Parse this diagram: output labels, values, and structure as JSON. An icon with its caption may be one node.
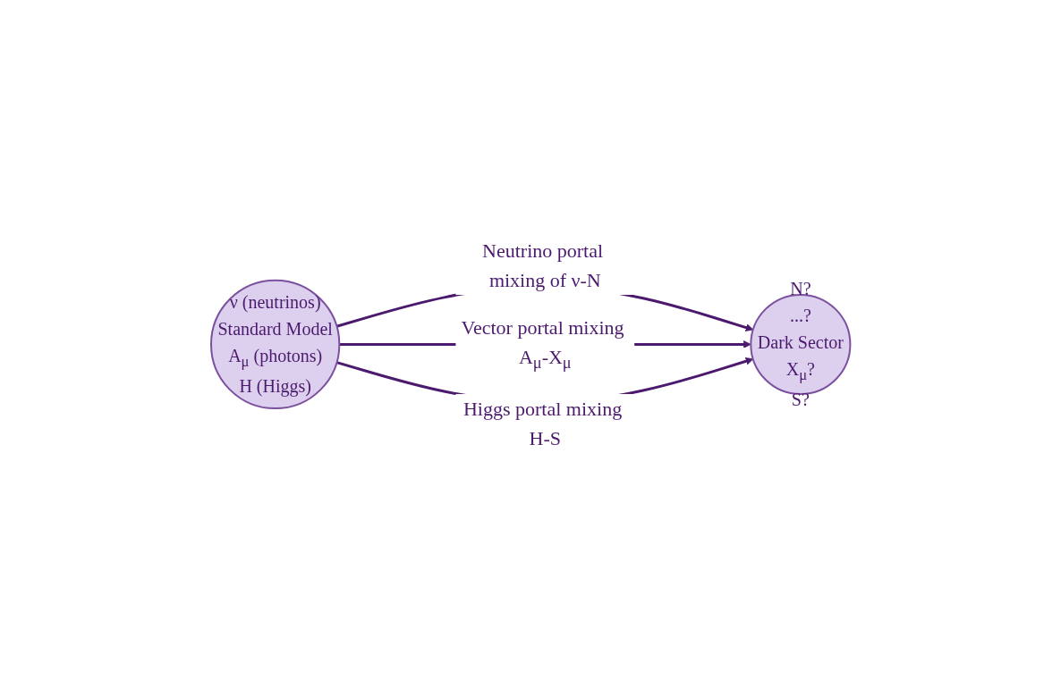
{
  "diagram": {
    "nodes": [
      {
        "text": [
          "ν (neutrinos)",
          "Standard Model",
          "A$_{μ}$ (photons)",
          "H (Higgs)"
        ]
      },
      {
        "text": [
          "N?",
          "...?",
          "Dark Sector",
          "X$_{μ}$?",
          "S?"
        ]
      }
    ],
    "edges": [
      {
        "from": 0,
        "to": 1,
        "arrow": "to",
        "label": "Neutrino portal mixing of ν-N"
      },
      {
        "from": 0,
        "to": 1,
        "arrow": "to",
        "label": "Vector portal mixing A$_{μ}$-X$_{μ}$"
      },
      {
        "from": 0,
        "to": 1,
        "arrow": "to",
        "label": "Higgs portal mixing H-S"
      }
    ]
  }
}
